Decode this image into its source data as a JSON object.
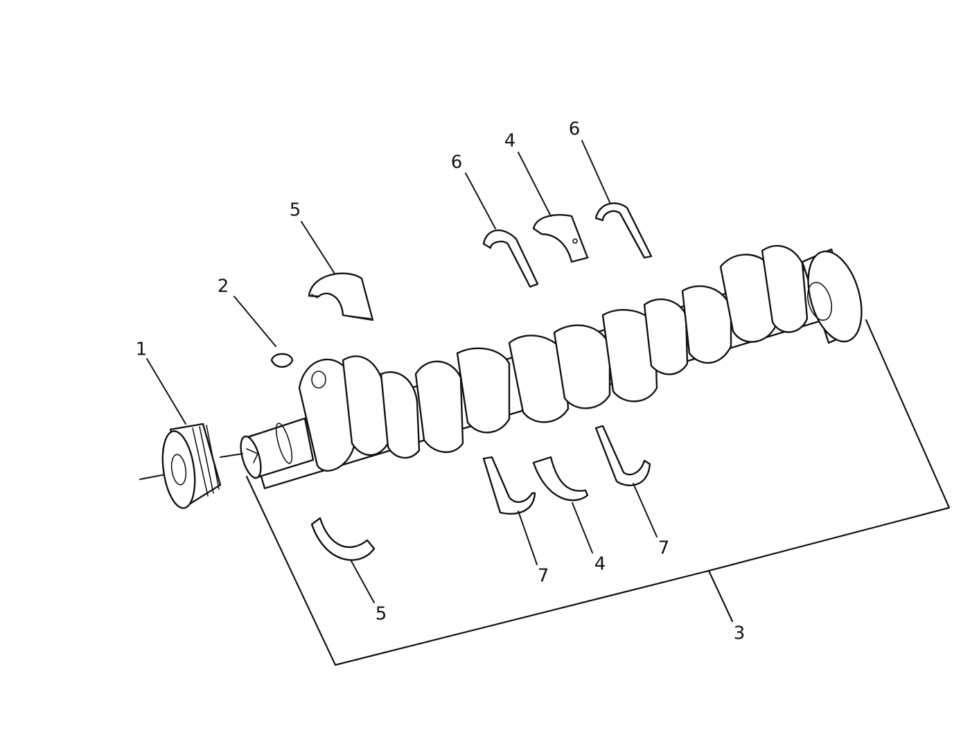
{
  "diagram": {
    "callouts": [
      {
        "id": "c1",
        "label": "1"
      },
      {
        "id": "c2",
        "label": "2"
      },
      {
        "id": "c3",
        "label": "3"
      },
      {
        "id": "c4a",
        "label": "4"
      },
      {
        "id": "c4b",
        "label": "4"
      },
      {
        "id": "c5a",
        "label": "5"
      },
      {
        "id": "c5b",
        "label": "5"
      },
      {
        "id": "c6a",
        "label": "6"
      },
      {
        "id": "c6b",
        "label": "6"
      },
      {
        "id": "c7a",
        "label": "7"
      },
      {
        "id": "c7b",
        "label": "7"
      }
    ]
  }
}
